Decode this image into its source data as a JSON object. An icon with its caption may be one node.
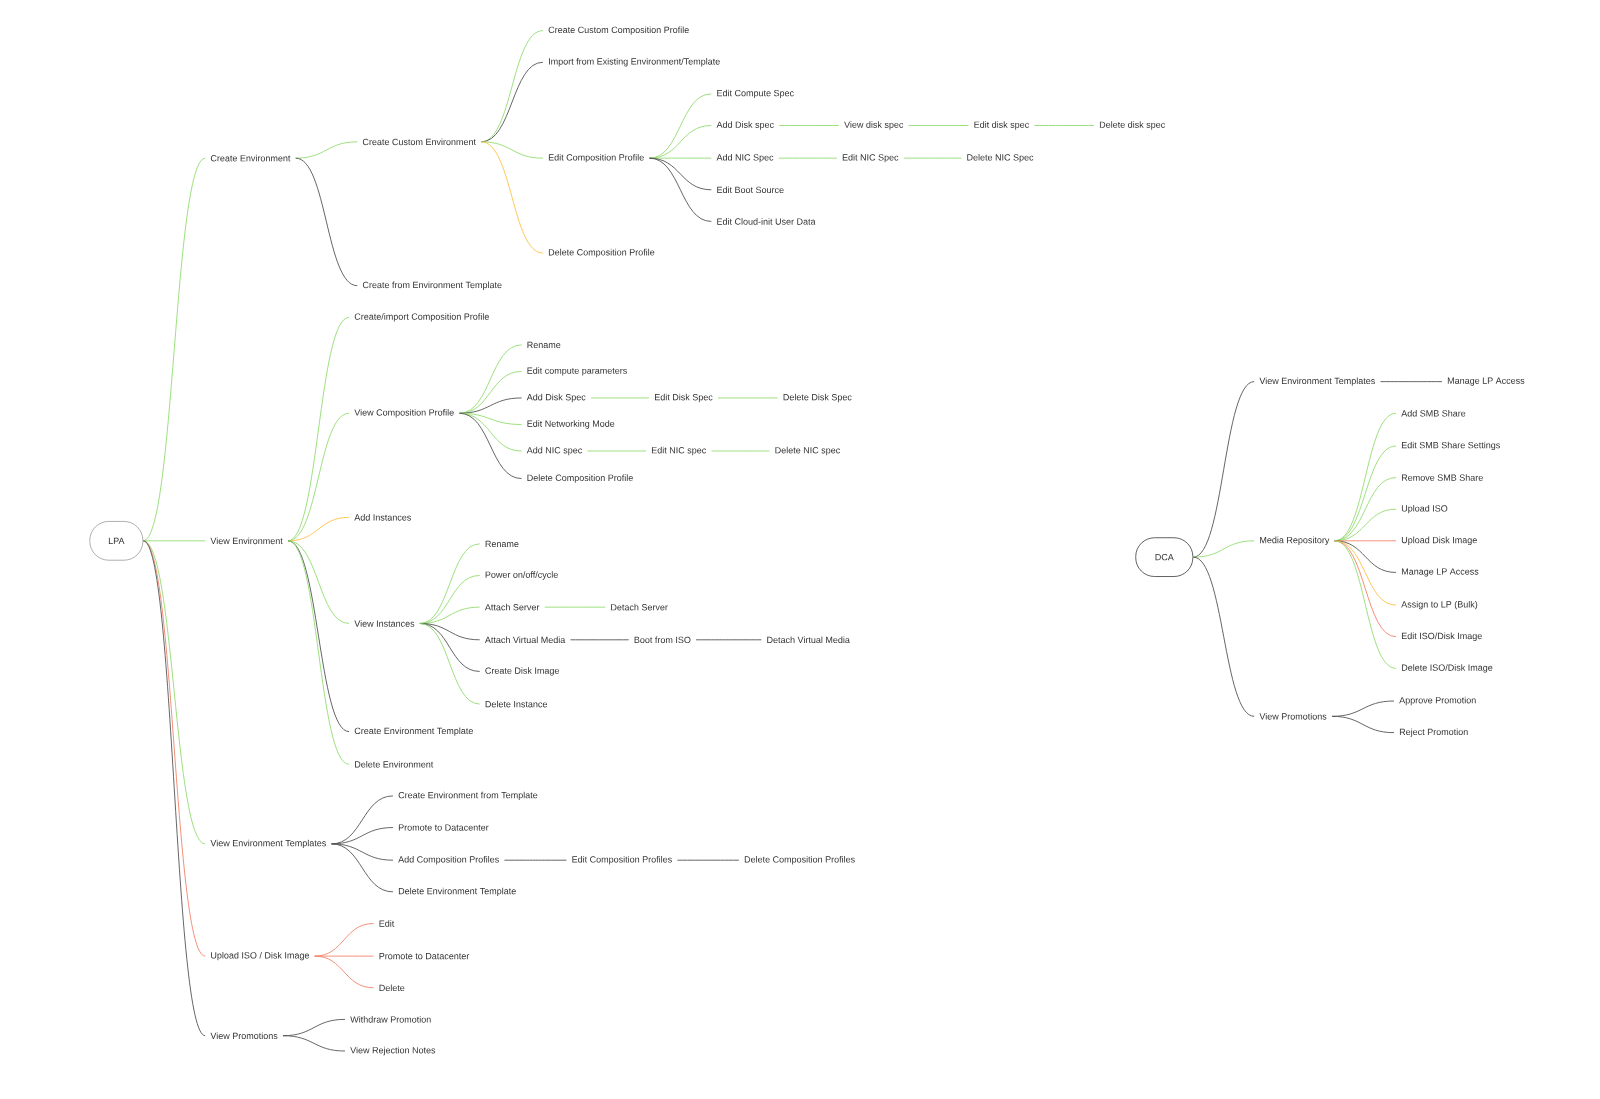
{
  "diagram": {
    "nodes": [
      {
        "text": [
          "LPA"
        ]
      },
      {
        "text": [
          "Create Environment"
        ]
      },
      {
        "text": [
          "Create Custom Environment"
        ]
      },
      {
        "text": [
          "Create Custom Composition Profile"
        ]
      },
      {
        "text": [
          "Import from Existing Environment/Template"
        ]
      },
      {
        "text": [
          "Edit Composition Profile"
        ]
      },
      {
        "text": [
          "Edit Compute Spec"
        ]
      },
      {
        "text": [
          "Add Disk spec"
        ]
      },
      {
        "text": [
          "View disk spec"
        ]
      },
      {
        "text": [
          "Edit disk spec"
        ]
      },
      {
        "text": [
          "Delete disk spec"
        ]
      },
      {
        "text": [
          "Add NIC Spec"
        ]
      },
      {
        "text": [
          "Edit NIC Spec"
        ]
      },
      {
        "text": [
          "Delete NIC Spec"
        ]
      },
      {
        "text": [
          "Edit Boot Source"
        ]
      },
      {
        "text": [
          "Edit Cloud-init User Data"
        ]
      },
      {
        "text": [
          "Delete Composition Profile"
        ]
      },
      {
        "text": [
          "Create from Environment Template"
        ]
      },
      {
        "text": [
          "View Environment"
        ]
      },
      {
        "text": [
          "Create/import Composition Profile"
        ]
      },
      {
        "text": [
          "View Composition Profile"
        ]
      },
      {
        "text": [
          "Rename"
        ]
      },
      {
        "text": [
          "Edit compute parameters"
        ]
      },
      {
        "text": [
          "Add Disk Spec"
        ]
      },
      {
        "text": [
          "Edit Disk Spec"
        ]
      },
      {
        "text": [
          "Delete Disk Spec"
        ]
      },
      {
        "text": [
          "Edit Networking Mode"
        ]
      },
      {
        "text": [
          "Add NIC spec"
        ]
      },
      {
        "text": [
          "Edit NIC spec"
        ]
      },
      {
        "text": [
          "Delete NIC spec"
        ]
      },
      {
        "text": [
          "Delete Composition Profile"
        ]
      },
      {
        "text": [
          "Add Instances"
        ]
      },
      {
        "text": [
          "View Instances"
        ]
      },
      {
        "text": [
          "Rename"
        ]
      },
      {
        "text": [
          "Power on/off/cycle"
        ]
      },
      {
        "text": [
          "Attach Server"
        ]
      },
      {
        "text": [
          "Detach Server"
        ]
      },
      {
        "text": [
          "Attach Virtual Media"
        ]
      },
      {
        "text": [
          "Boot from ISO"
        ]
      },
      {
        "text": [
          "Detach Virtual Media"
        ]
      },
      {
        "text": [
          "Create Disk Image"
        ]
      },
      {
        "text": [
          "Delete Instance"
        ]
      },
      {
        "text": [
          "Create Environment Template"
        ]
      },
      {
        "text": [
          "Delete Environment"
        ]
      },
      {
        "text": [
          "View Environment Templates"
        ]
      },
      {
        "text": [
          "Create Environment from Template"
        ]
      },
      {
        "text": [
          "Promote to Datacenter"
        ]
      },
      {
        "text": [
          "Add Composition Profiles"
        ]
      },
      {
        "text": [
          "Edit Composition Profiles"
        ]
      },
      {
        "text": [
          "Delete Composition Profiles"
        ]
      },
      {
        "text": [
          "Delete Environment Template"
        ]
      },
      {
        "text": [
          "Upload ISO / Disk Image"
        ]
      },
      {
        "text": [
          "Edit"
        ]
      },
      {
        "text": [
          "Promote to Datacenter"
        ]
      },
      {
        "text": [
          "Delete"
        ]
      },
      {
        "text": [
          "View Promotions"
        ]
      },
      {
        "text": [
          "Withdraw Promotion"
        ]
      },
      {
        "text": [
          "View Rejection Notes"
        ]
      },
      {
        "text": [
          "DCA"
        ]
      },
      {
        "text": [
          "View Environment Templates"
        ]
      },
      {
        "text": [
          "Manage LP Access"
        ]
      },
      {
        "text": [
          "Media Repository"
        ]
      },
      {
        "text": [
          "Add SMB Share"
        ]
      },
      {
        "text": [
          "Edit SMB Share Settings"
        ]
      },
      {
        "text": [
          "Remove SMB Share"
        ]
      },
      {
        "text": [
          "Upload ISO"
        ]
      },
      {
        "text": [
          "Upload Disk Image"
        ]
      },
      {
        "text": [
          "Manage LP Access"
        ]
      },
      {
        "text": [
          "Assign to LP (Bulk)"
        ]
      },
      {
        "text": [
          "Edit ISO/Disk Image"
        ]
      },
      {
        "text": [
          "Delete ISO/Disk Image"
        ]
      },
      {
        "text": [
          "View Promotions"
        ]
      },
      {
        "text": [
          "Approve Promotion"
        ]
      },
      {
        "text": [
          "Reject Promotion"
        ]
      }
    ],
    "edges": [
      {
        "from": 0,
        "to": 1,
        "arrow": "none"
      },
      {
        "from": 1,
        "to": 2,
        "arrow": "none"
      },
      {
        "from": 1,
        "to": 17,
        "arrow": "none",
        "color": "#555555"
      },
      {
        "from": 2,
        "to": 3,
        "arrow": "none"
      },
      {
        "from": 2,
        "to": 4,
        "arrow": "none",
        "color": "#555555"
      },
      {
        "from": 2,
        "to": 5,
        "arrow": "none"
      },
      {
        "from": 2,
        "to": 16,
        "arrow": "none",
        "color": "#ffc247"
      },
      {
        "from": 5,
        "to": 6,
        "arrow": "none"
      },
      {
        "from": 5,
        "to": 7,
        "arrow": "none"
      },
      {
        "from": 7,
        "to": 8,
        "arrow": "none"
      },
      {
        "from": 8,
        "to": 9,
        "arrow": "none"
      },
      {
        "from": 9,
        "to": 10,
        "arrow": "none"
      },
      {
        "from": 5,
        "to": 11,
        "arrow": "none"
      },
      {
        "from": 11,
        "to": 12,
        "arrow": "none"
      },
      {
        "from": 12,
        "to": 13,
        "arrow": "none"
      },
      {
        "from": 5,
        "to": 14,
        "arrow": "none",
        "color": "#555555"
      },
      {
        "from": 5,
        "to": 15,
        "arrow": "none",
        "color": "#555555"
      },
      {
        "from": 0,
        "to": 18,
        "arrow": "none"
      },
      {
        "from": 18,
        "to": 19,
        "arrow": "none"
      },
      {
        "from": 18,
        "to": 20,
        "arrow": "none"
      },
      {
        "from": 20,
        "to": 21,
        "arrow": "none"
      },
      {
        "from": 20,
        "to": 22,
        "arrow": "none"
      },
      {
        "from": 20,
        "to": 23,
        "arrow": "none",
        "color": "#555555"
      },
      {
        "from": 23,
        "to": 24,
        "arrow": "none"
      },
      {
        "from": 24,
        "to": 25,
        "arrow": "none"
      },
      {
        "from": 20,
        "to": 26,
        "arrow": "none"
      },
      {
        "from": 20,
        "to": 27,
        "arrow": "none"
      },
      {
        "from": 27,
        "to": 28,
        "arrow": "none"
      },
      {
        "from": 28,
        "to": 29,
        "arrow": "none"
      },
      {
        "from": 20,
        "to": 30,
        "arrow": "none",
        "color": "#555555"
      },
      {
        "from": 18,
        "to": 31,
        "arrow": "none",
        "color": "#ffc247"
      },
      {
        "from": 18,
        "to": 32,
        "arrow": "none"
      },
      {
        "from": 32,
        "to": 33,
        "arrow": "none"
      },
      {
        "from": 32,
        "to": 34,
        "arrow": "none"
      },
      {
        "from": 32,
        "to": 35,
        "arrow": "none"
      },
      {
        "from": 35,
        "to": 36,
        "arrow": "none"
      },
      {
        "from": 32,
        "to": 37,
        "arrow": "none",
        "color": "#555555"
      },
      {
        "from": 37,
        "to": 38,
        "arrow": "none",
        "color": "#555555"
      },
      {
        "from": 38,
        "to": 39,
        "arrow": "none",
        "color": "#555555"
      },
      {
        "from": 32,
        "to": 40,
        "arrow": "none",
        "color": "#555555"
      },
      {
        "from": 32,
        "to": 41,
        "arrow": "none"
      },
      {
        "from": 18,
        "to": 42,
        "arrow": "none",
        "color": "#555555"
      },
      {
        "from": 18,
        "to": 43,
        "arrow": "none"
      },
      {
        "from": 0,
        "to": 44,
        "arrow": "none"
      },
      {
        "from": 44,
        "to": 45,
        "arrow": "none",
        "color": "#555555"
      },
      {
        "from": 44,
        "to": 46,
        "arrow": "none",
        "color": "#555555"
      },
      {
        "from": 44,
        "to": 47,
        "arrow": "none",
        "color": "#555555"
      },
      {
        "from": 47,
        "to": 48,
        "arrow": "none",
        "color": "#555555"
      },
      {
        "from": 48,
        "to": 49,
        "arrow": "none",
        "color": "#555555"
      },
      {
        "from": 44,
        "to": 50,
        "arrow": "none",
        "color": "#555555"
      },
      {
        "from": 0,
        "to": 51,
        "arrow": "none",
        "color": "#f4826a"
      },
      {
        "from": 51,
        "to": 52,
        "arrow": "none",
        "color": "#f4826a"
      },
      {
        "from": 51,
        "to": 53,
        "arrow": "none",
        "color": "#f4826a"
      },
      {
        "from": 51,
        "to": 54,
        "arrow": "none",
        "color": "#f4826a"
      },
      {
        "from": 0,
        "to": 55,
        "arrow": "none",
        "color": "#555555"
      },
      {
        "from": 55,
        "to": 56,
        "arrow": "none",
        "color": "#555555"
      },
      {
        "from": 55,
        "to": 57,
        "arrow": "none",
        "color": "#555555"
      },
      {
        "from": 58,
        "to": 59,
        "arrow": "none",
        "color": "#555555"
      },
      {
        "from": 59,
        "to": 60,
        "arrow": "none",
        "color": "#555555"
      },
      {
        "from": 58,
        "to": 61,
        "arrow": "none"
      },
      {
        "from": 61,
        "to": 62,
        "arrow": "none"
      },
      {
        "from": 61,
        "to": 63,
        "arrow": "none"
      },
      {
        "from": 61,
        "to": 64,
        "arrow": "none"
      },
      {
        "from": 61,
        "to": 65,
        "arrow": "none"
      },
      {
        "from": 61,
        "to": 66,
        "arrow": "none",
        "color": "#f4826a"
      },
      {
        "from": 61,
        "to": 67,
        "arrow": "none",
        "color": "#555555"
      },
      {
        "from": 61,
        "to": 68,
        "arrow": "none",
        "color": "#ffc247"
      },
      {
        "from": 61,
        "to": 69,
        "arrow": "none",
        "color": "#f4826a"
      },
      {
        "from": 61,
        "to": 70,
        "arrow": "none"
      },
      {
        "from": 58,
        "to": 71,
        "arrow": "none",
        "color": "#555555"
      },
      {
        "from": 71,
        "to": 72,
        "arrow": "none",
        "color": "#555555"
      },
      {
        "from": 71,
        "to": 73,
        "arrow": "none",
        "color": "#555555"
      }
    ]
  }
}
